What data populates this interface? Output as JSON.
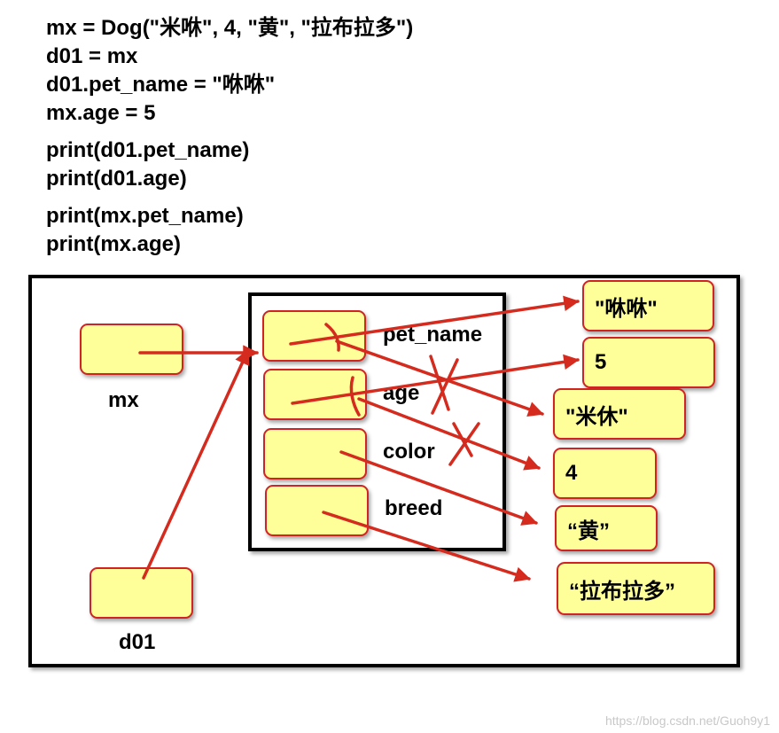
{
  "code": {
    "block1": [
      "mx = Dog(\"米咻\", 4, \"黄\", \"拉布拉多\")",
      "d01 = mx",
      "d01.pet_name = \"咻咻\"",
      "mx.age = 5"
    ],
    "block2": [
      "print(d01.pet_name)",
      "print(d01.age)"
    ],
    "block3": [
      "print(mx.pet_name)",
      "print(mx.age)"
    ]
  },
  "variables": {
    "mx_label": "mx",
    "d01_label": "d01"
  },
  "attributes": [
    "pet_name",
    "age",
    "color",
    "breed"
  ],
  "values": {
    "xiuxiu": "\"咻咻\"",
    "five": "5",
    "mixiu": "\"米休\"",
    "four": "4",
    "huang": "“黄”",
    "labrador": "“拉布拉多”"
  },
  "colors": {
    "box_fill": "#ffff99",
    "box_border": "#d02424",
    "arrow": "#d42b1e",
    "frame": "#000000"
  },
  "watermark": "https://blog.csdn.net/Guoh9y1"
}
